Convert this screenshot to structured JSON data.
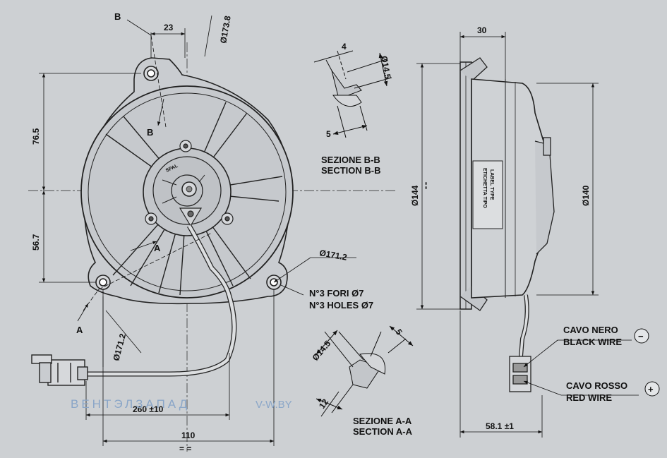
{
  "front_view": {
    "dim_width_top": "23",
    "dim_diameter_outer": "Ø173.8",
    "dim_height_top": "76.5",
    "dim_height_bottom": "56.7",
    "dim_mount_diameter_right": "Ø171.2",
    "dim_mount_diameter_left": "Ø171.2",
    "dim_cable_length": "260 ±10",
    "dim_width_bottom": "110",
    "symmetry_mark": "= =",
    "holes_it": "N°3 FORI Ø7",
    "holes_en": "N°3 HOLES Ø7",
    "section_b_top": "B",
    "section_b_mid": "B",
    "section_a_mid": "A",
    "section_a_low": "A",
    "hub_brand": "SPAL"
  },
  "section_b": {
    "title_it": "SEZIONE B-B",
    "title_en": "SECTION B-B",
    "dim_thickness": "4",
    "dim_diameter": "Ø14.5",
    "dim_depth": "5"
  },
  "section_a": {
    "title_it": "SEZIONE A-A",
    "title_en": "SECTION A-A",
    "dim_diameter": "Ø14.5",
    "dim_depth": "5",
    "dim_height": "12"
  },
  "side_view": {
    "dim_depth_top": "30",
    "dim_diameter_shroud": "Ø144",
    "symmetry_mark": "= =",
    "dim_diameter_body": "Ø140",
    "label_it": "ETICHETTA TIPO",
    "label_en": "LABEL TYPE",
    "black_wire_it": "CAVO NERO",
    "black_wire_en": "BLACK WIRE",
    "red_wire_it": "CAVO ROSSO",
    "red_wire_en": "RED WIRE",
    "minus_symbol": "−",
    "plus_symbol": "+",
    "dim_depth_bottom": "58.1 ±1"
  },
  "watermark": {
    "brand": "ВЕНТЭЛЗАПАД",
    "site": "V-W.BY"
  }
}
